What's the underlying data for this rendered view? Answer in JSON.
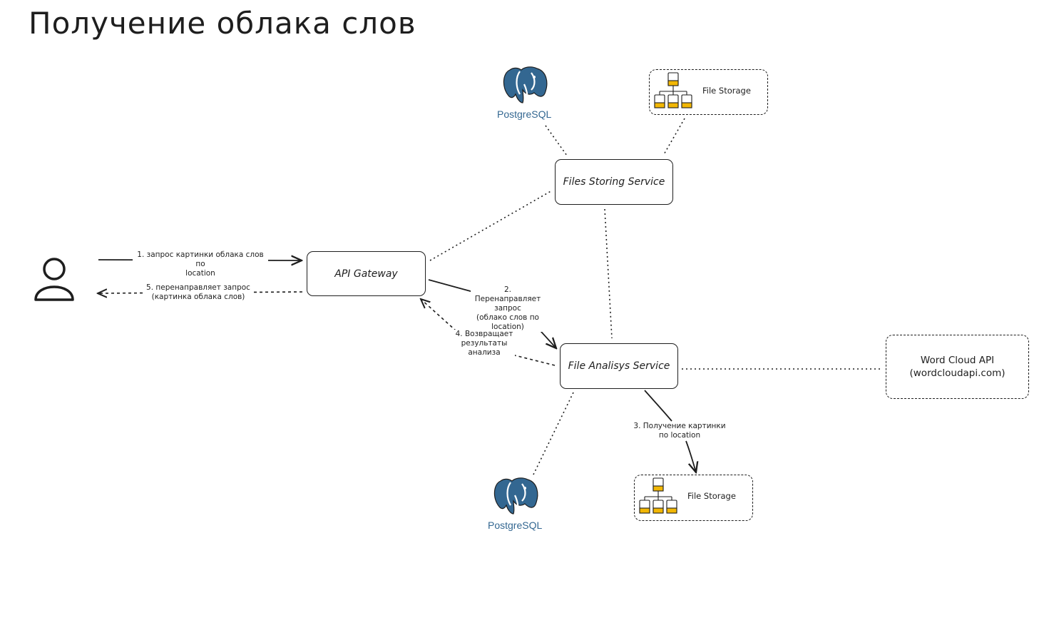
{
  "title": "Получение облака слов",
  "nodes": {
    "api_gateway": "API Gateway",
    "files_storing": "Files Storing Service",
    "file_analysis": "File Analisys Service",
    "word_cloud_line1": "Word Cloud API",
    "word_cloud_line2": "(wordcloudapi.com)"
  },
  "resources": {
    "postgres_top": "PostgreSQL",
    "postgres_bottom": "PostgreSQL",
    "file_storage_top": "File Storage",
    "file_storage_bottom": "File Storage"
  },
  "edges": {
    "step1": "1. запрос картинки облака слов по\nlocation",
    "step2": "2. Перенаправляет\nзапрос\n(облако слов по\nlocation)",
    "step3": "3. Получение картинки\nпо location",
    "step4": "4. Возвращает\nрезультаты\nанализа",
    "step5": "5. перенаправляет запрос\n(картинка облака слов)"
  },
  "colors": {
    "postgres_blue": "#336791",
    "storage_yellow": "#f2b705",
    "stroke": "#1e1e1e"
  },
  "icons": [
    "user-icon",
    "postgresql-elephant-icon",
    "file-storage-hierarchy-icon"
  ]
}
